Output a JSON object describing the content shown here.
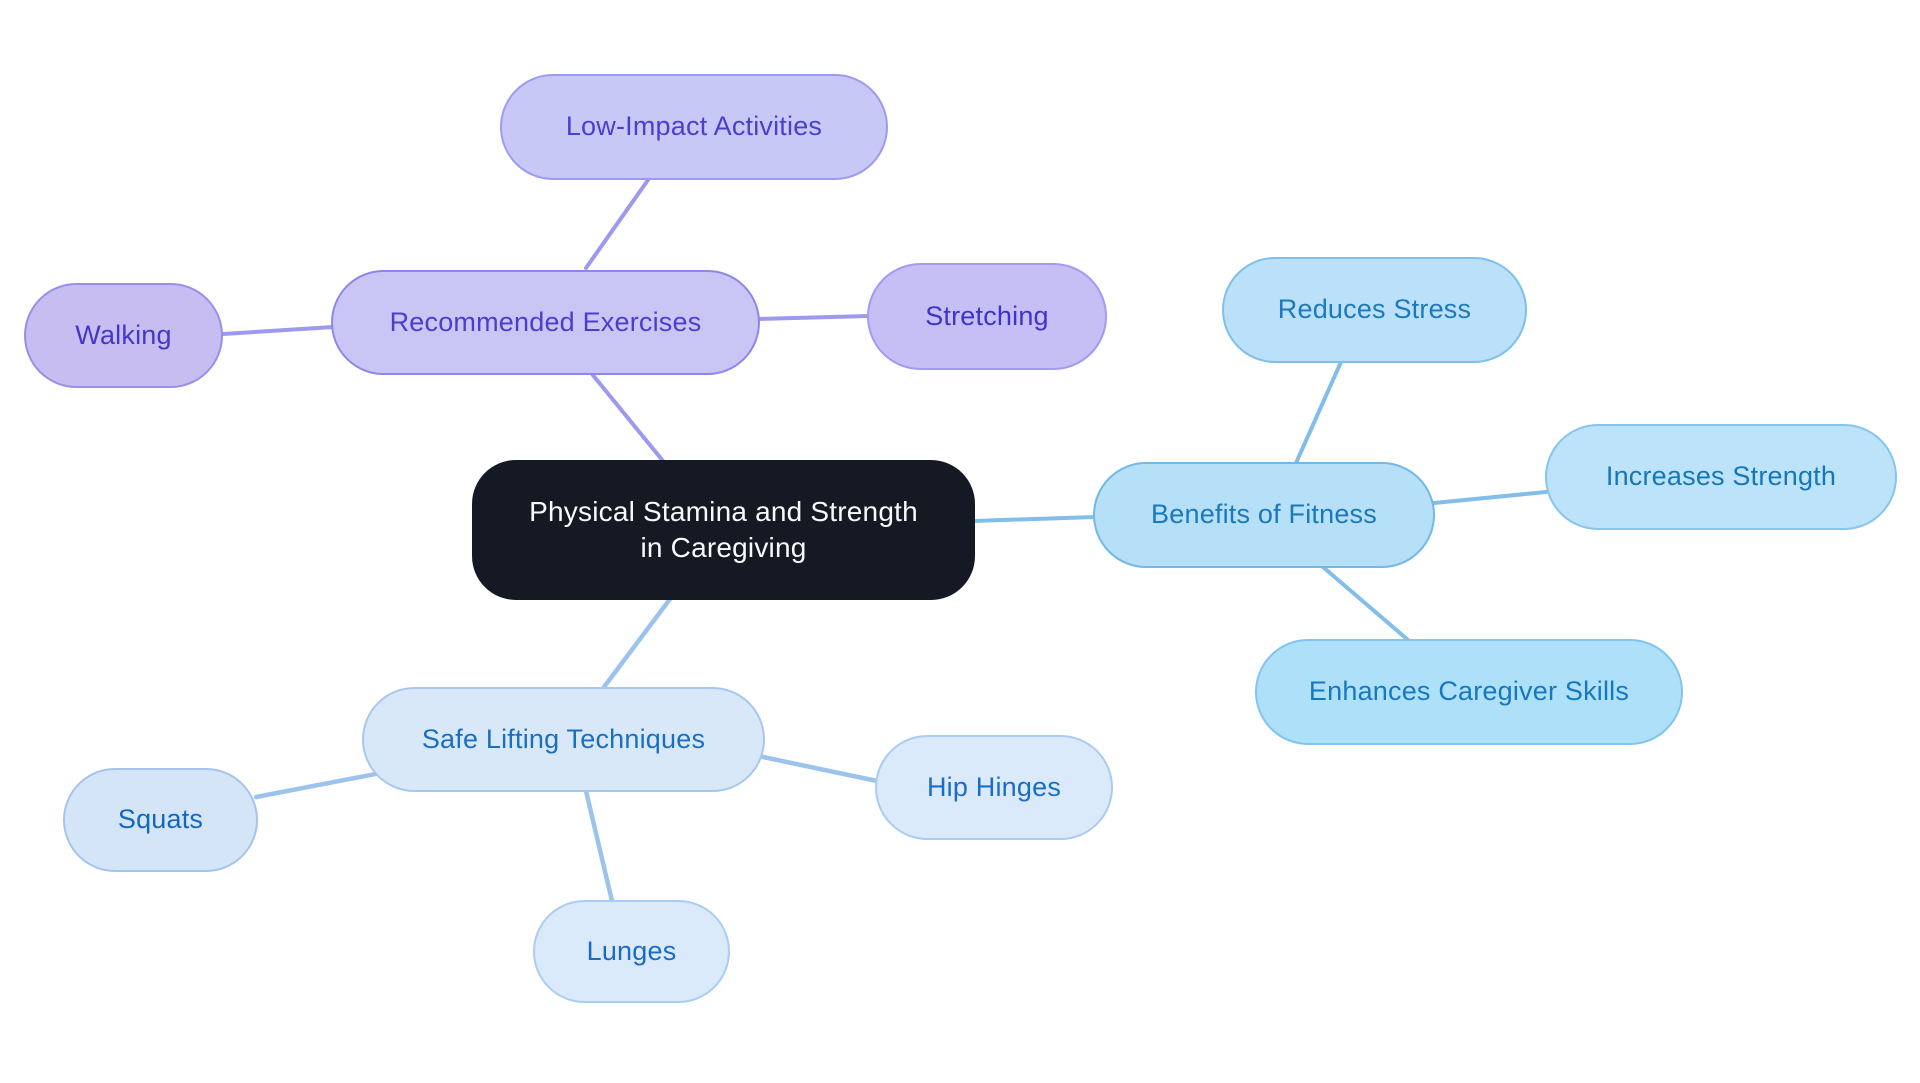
{
  "canvas": {
    "background": "#ffffff"
  },
  "mindmap": {
    "central": {
      "label": "Physical Stamina and Strength in Caregiving",
      "lines": [
        "Physical Stamina and Strength",
        "in Caregiving"
      ],
      "fill": "#141923",
      "text_color": "#f8fafc"
    },
    "branches": [
      {
        "label": "Recommended Exercises",
        "fill": "#c9c6f5",
        "border": "#8d88e8",
        "text_color": "#4b3ecd",
        "line_color": "#9c99ee",
        "children": [
          {
            "label": "Low-Impact Activities",
            "fill": "#c8c8f7",
            "border": "#9c9bf1",
            "text_color": "#4840ce"
          },
          {
            "label": "Walking",
            "fill": "#c7bdf1",
            "border": "#988fe9",
            "text_color": "#4337c9"
          },
          {
            "label": "Stretching",
            "fill": "#c5bff5",
            "border": "#a29af3",
            "text_color": "#4033c8"
          }
        ]
      },
      {
        "label": "Benefits of Fitness",
        "fill": "#b6dff8",
        "border": "#72b8e8",
        "text_color": "#1a78bc",
        "line_color": "#83beea",
        "children": [
          {
            "label": "Reduces Stress",
            "fill": "#bae1f9",
            "border": "#7fc0eb",
            "text_color": "#1b79bd"
          },
          {
            "label": "Increases Strength",
            "fill": "#bde3fa",
            "border": "#85c5ee",
            "text_color": "#1577b8"
          },
          {
            "label": "Enhances Caregiver Skills",
            "fill": "#aee0fa",
            "border": "#80c4ef",
            "text_color": "#1679c0"
          }
        ]
      },
      {
        "label": "Safe Lifting Techniques",
        "fill": "#d8e8f9",
        "border": "#a8c7ef",
        "text_color": "#1b6fc1",
        "line_color": "#9bc3ec",
        "children": [
          {
            "label": "Squats",
            "fill": "#d5e5f8",
            "border": "#a5c3ed",
            "text_color": "#1467c0"
          },
          {
            "label": "Hip Hinges",
            "fill": "#dbeafb",
            "border": "#aacbf2",
            "text_color": "#1a6dc6"
          },
          {
            "label": "Lunges",
            "fill": "#daeafb",
            "border": "#abccf3",
            "text_color": "#196bc4"
          }
        ]
      }
    ]
  }
}
